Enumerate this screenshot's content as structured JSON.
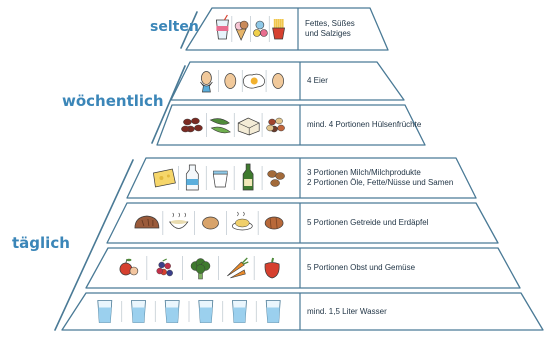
{
  "frequencies": {
    "rare": "selten",
    "weekly": "wöchentlich",
    "daily": "täglich"
  },
  "tiers": [
    {
      "id": "sweets",
      "lines": [
        "Fettes, Süßes",
        "und Salziges"
      ],
      "icons": [
        "soda-cup-icon",
        "ice-cream-icon",
        "candy-icon",
        "fries-icon"
      ]
    },
    {
      "id": "eggs",
      "lines": [
        "4 Eier"
      ],
      "icons": [
        "egg-cup-icon",
        "egg-icon",
        "fried-egg-icon",
        "egg-icon"
      ]
    },
    {
      "id": "legumes",
      "lines": [
        "mind. 4 Portionen Hülsenfrüchte"
      ],
      "icons": [
        "kidney-beans-icon",
        "pea-pods-icon",
        "tofu-icon",
        "mixed-beans-icon"
      ]
    },
    {
      "id": "dairy-fats",
      "lines": [
        "3 Portionen Milch/Milchprodukte",
        "2 Portionen Öle, Fette/Nüsse und Samen"
      ],
      "icons": [
        "cheese-icon",
        "milk-bottle-icon",
        "yogurt-icon",
        "oil-bottle-icon",
        "nuts-icon"
      ]
    },
    {
      "id": "grains",
      "lines": [
        "5 Portionen Getreide und Erdäpfel"
      ],
      "icons": [
        "bread-icon",
        "grain-bowl-icon",
        "potato-icon",
        "pasta-icon",
        "bread-roll-icon"
      ]
    },
    {
      "id": "produce",
      "lines": [
        "5 Portionen Obst und Gemüse"
      ],
      "icons": [
        "apple-icon",
        "berries-icon",
        "broccoli-icon",
        "carrots-icon",
        "pepper-icon"
      ]
    },
    {
      "id": "water",
      "lines": [
        "mind. 1,5 Liter Wasser"
      ],
      "icons": [
        "water-glass-icon",
        "water-glass-icon",
        "water-glass-icon",
        "water-glass-icon",
        "water-glass-icon",
        "water-glass-icon"
      ]
    }
  ],
  "colors": {
    "outline": "#4a7a96",
    "text_blue": "#3b86b8",
    "egg": "#f1c99b",
    "bread": "#9a5a3a",
    "green": "#4f8a3a",
    "red": "#d6402f",
    "orange": "#e88a2c",
    "water": "#9bd0ee"
  }
}
